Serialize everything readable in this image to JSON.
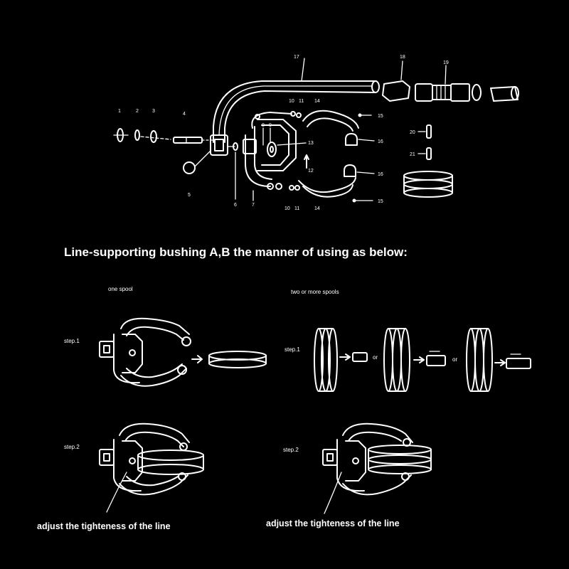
{
  "heading": "Line-supporting bushing A,B the manner of using as below:",
  "one_spool": {
    "label": "one spool",
    "step1": "step.1",
    "step2": "step.2",
    "caption": "adjust the tighteness of the line"
  },
  "multi_spool": {
    "label": "two or more spools",
    "step1": "step.1",
    "step2": "step.2",
    "or1": "or",
    "or2": "or",
    "caption": "adjust the tighteness of the line"
  },
  "part_numbers": {
    "p1": "1",
    "p2": "2",
    "p3": "3",
    "p4": "4",
    "p5": "5",
    "p6": "6",
    "p7": "7",
    "p8": "8",
    "p9": "9",
    "p10a": "10",
    "p11a": "11",
    "p14a": "14",
    "p15a": "15",
    "p16a": "16",
    "p17": "17",
    "p18": "18",
    "p19": "19",
    "p20": "20",
    "p21": "21",
    "p12": "12",
    "p13": "13",
    "p10b": "10",
    "p11b": "11",
    "p14b": "14",
    "p15b": "15",
    "p16b": "16"
  },
  "colors": {
    "background": "#000000",
    "ink": "#ffffff"
  }
}
